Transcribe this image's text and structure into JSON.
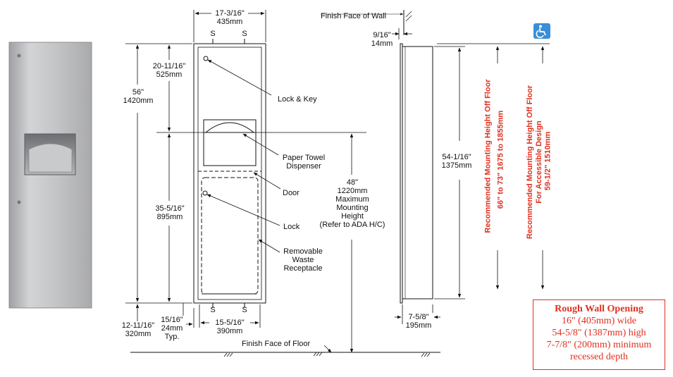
{
  "dimensions": {
    "overall_width": "17-3/16\"",
    "overall_width_mm": "435mm",
    "height_56": "56\"",
    "height_56_mm": "1420mm",
    "top_to_dispenser": "20-11/16\"",
    "top_to_dispenser_mm": "525mm",
    "lower_section": "35-5/16\"",
    "lower_section_mm": "895mm",
    "bottom_offset": "12-11/16\"",
    "bottom_offset_mm": "320mm",
    "flange": "15/16\"",
    "flange_mm": "24mm",
    "flange_typ": "Typ.",
    "inner_width": "15-5/16\"",
    "inner_width_mm": "390mm",
    "max_mounting": "48\"",
    "max_mounting_mm": "1220mm",
    "max_mounting_text_1": "Maximum",
    "max_mounting_text_2": "Mounting",
    "max_mounting_text_3": "Height",
    "max_mounting_text_4": "(Refer to ADA H/C)",
    "side_depth_top": "9/16\"",
    "side_depth_top_mm": "14mm",
    "side_height": "54-1/16\"",
    "side_height_mm": "1375mm",
    "side_depth": "7-5/8\"",
    "side_depth_mm": "195mm"
  },
  "callouts": {
    "lock_key": "Lock & Key",
    "paper_towel_1": "Paper Towel",
    "paper_towel_2": "Dispenser",
    "door": "Door",
    "lock": "Lock",
    "waste_1": "Removable",
    "waste_2": "Waste",
    "waste_3": "Receptacle",
    "screw": "S",
    "finish_wall": "Finish Face of Wall",
    "finish_floor": "Finish Face of Floor"
  },
  "mounting": {
    "rec_label": "Recommended Mounting Height Off Floor",
    "rec_value": "66\" to 73\"   1675 to 1855mm",
    "ada_label_1": "Recommended Mounting Height Off Floor",
    "ada_label_2": "For Accessible Design",
    "ada_value": "59-1/2\"   1510mm"
  },
  "rough_opening": {
    "title": "Rough Wall Opening",
    "line1": "16\" (405mm) wide",
    "line2": "54-5/8\" (1387mm) high",
    "line3": "7-7/8\" (200mm) minimum",
    "line4": "recessed depth"
  },
  "colors": {
    "accent_red": "#e0301e",
    "ada_blue": "#3a8fd6",
    "steel": "#b8b9bb",
    "line": "#111111"
  }
}
